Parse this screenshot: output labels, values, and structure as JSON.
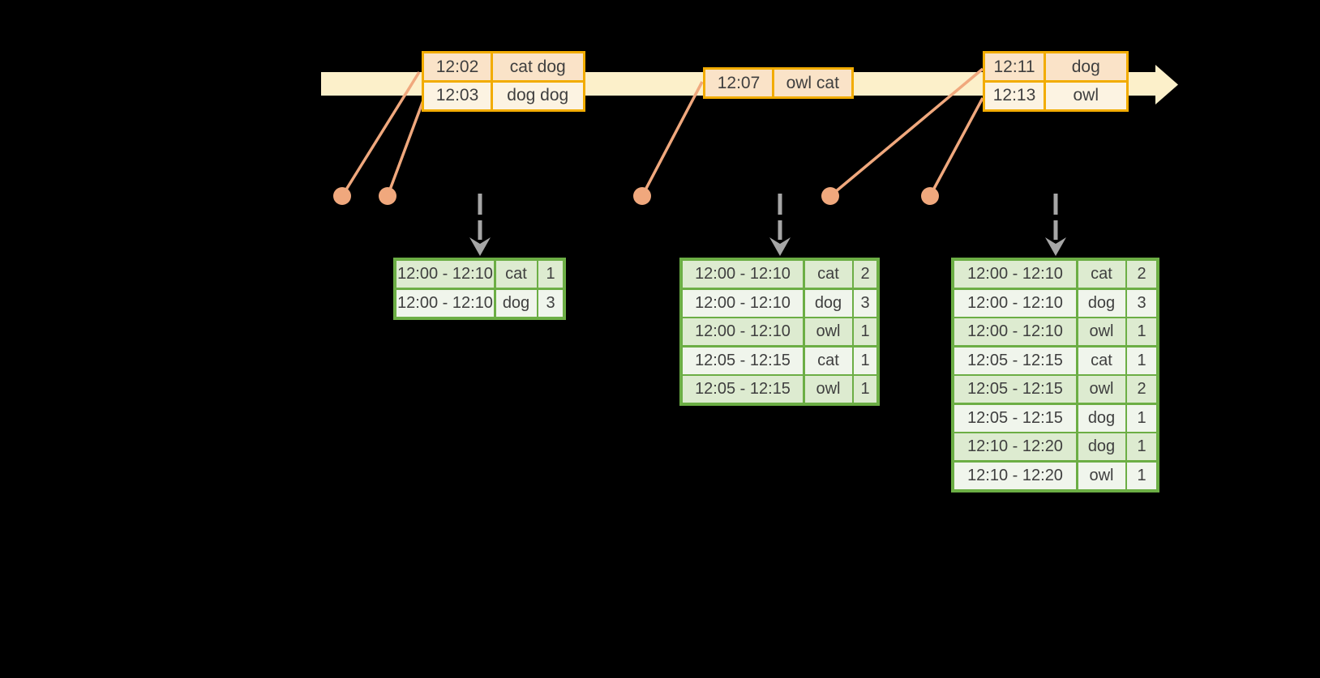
{
  "diagram": {
    "colors": {
      "timeline_fill": "#FCF0CA",
      "event_border": "#F2AC00",
      "event_row_alt": "#FAE3C8",
      "event_row": "#FCF3E2",
      "connector": "#F0A87D",
      "trigger_arrow": "#A6A6A6",
      "result_border": "#6CAE45",
      "result_row_odd": "#DDEBD0",
      "result_row_even": "#F0F5EC",
      "text": "#3F3F3F",
      "background": "#000000"
    },
    "icons": {
      "timeline": "right-arrow",
      "trigger": "down-dashed-arrow",
      "event_marker": "dot"
    },
    "event_tables": [
      {
        "rows": [
          {
            "time": "12:02",
            "words": "cat dog"
          },
          {
            "time": "12:03",
            "words": "dog dog"
          }
        ]
      },
      {
        "rows": [
          {
            "time": "12:07",
            "words": "owl cat"
          }
        ]
      },
      {
        "rows": [
          {
            "time": "12:11",
            "words": "dog"
          },
          {
            "time": "12:13",
            "words": "owl"
          }
        ]
      }
    ],
    "result_tables": [
      {
        "rows": [
          {
            "window": "12:00 - 12:10",
            "word": "cat",
            "count": "1"
          },
          {
            "window": "12:00 - 12:10",
            "word": "dog",
            "count": "3"
          }
        ]
      },
      {
        "rows": [
          {
            "window": "12:00 - 12:10",
            "word": "cat",
            "count": "2"
          },
          {
            "window": "12:00 - 12:10",
            "word": "dog",
            "count": "3"
          },
          {
            "window": "12:00 - 12:10",
            "word": "owl",
            "count": "1"
          },
          {
            "window": "12:05 - 12:15",
            "word": "cat",
            "count": "1"
          },
          {
            "window": "12:05 - 12:15",
            "word": "owl",
            "count": "1"
          }
        ]
      },
      {
        "rows": [
          {
            "window": "12:00 - 12:10",
            "word": "cat",
            "count": "2"
          },
          {
            "window": "12:00 - 12:10",
            "word": "dog",
            "count": "3"
          },
          {
            "window": "12:00 - 12:10",
            "word": "owl",
            "count": "1"
          },
          {
            "window": "12:05 - 12:15",
            "word": "cat",
            "count": "1"
          },
          {
            "window": "12:05 - 12:15",
            "word": "owl",
            "count": "2"
          },
          {
            "window": "12:05 - 12:15",
            "word": "dog",
            "count": "1"
          },
          {
            "window": "12:10 - 12:20",
            "word": "dog",
            "count": "1"
          },
          {
            "window": "12:10 - 12:20",
            "word": "owl",
            "count": "1"
          }
        ]
      }
    ]
  }
}
